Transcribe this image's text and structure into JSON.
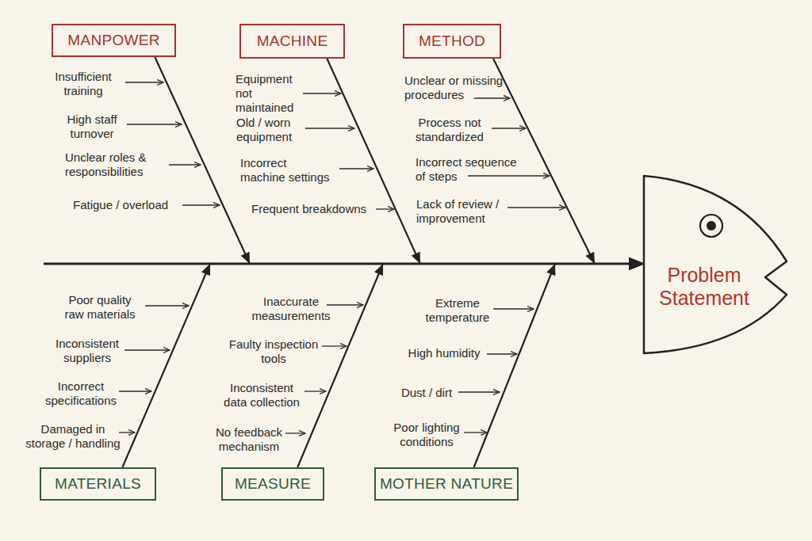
{
  "diagram": {
    "nodes": [
      {
        "text": [
          "MANPOWER"
        ]
      },
      {
        "text": [
          "MACHINE"
        ]
      },
      {
        "text": [
          "METHOD"
        ]
      },
      {
        "text": [
          "Problem Statement"
        ]
      },
      {
        "text": [
          "MATERIALS"
        ]
      },
      {
        "text": [
          "MEASURE"
        ]
      },
      {
        "text": [
          "MOTHER NATURE"
        ]
      }
    ],
    "edges": [
      {
        "from": 0,
        "to": 3,
        "arrow": "to"
      },
      {
        "from": 1,
        "to": 3,
        "arrow": "to"
      },
      {
        "from": 2,
        "to": 3,
        "arrow": "to"
      },
      {
        "from": 4,
        "to": 3,
        "arrow": "to"
      },
      {
        "from": 5,
        "to": 3,
        "arrow": "to"
      },
      {
        "from": 6,
        "to": 3,
        "arrow": "to"
      }
    ],
    "labels": [
      "Insufficient training",
      "High staff turnover",
      "Unclear roles & responsibilities",
      "Fatigue / overload",
      "Equipment not maintained",
      "Old / worn equipment",
      "Incorrect machine settings",
      "Frequent breakdowns",
      "Unclear or missing procedures",
      "Process not standardized",
      "Incorrect sequence of steps",
      "Lack of review / improvement",
      "Poor quality raw materials",
      "Inconsistent suppliers",
      "Incorrect specifications",
      "Damaged in storage / handling",
      "Inaccurate measurements",
      "Faulty inspection tools",
      "Inconsistent data collection",
      "No feedback mechanism",
      "Extreme temperature",
      "High humidity",
      "Dust / dirt",
      "Poor lighting conditions"
    ]
  }
}
